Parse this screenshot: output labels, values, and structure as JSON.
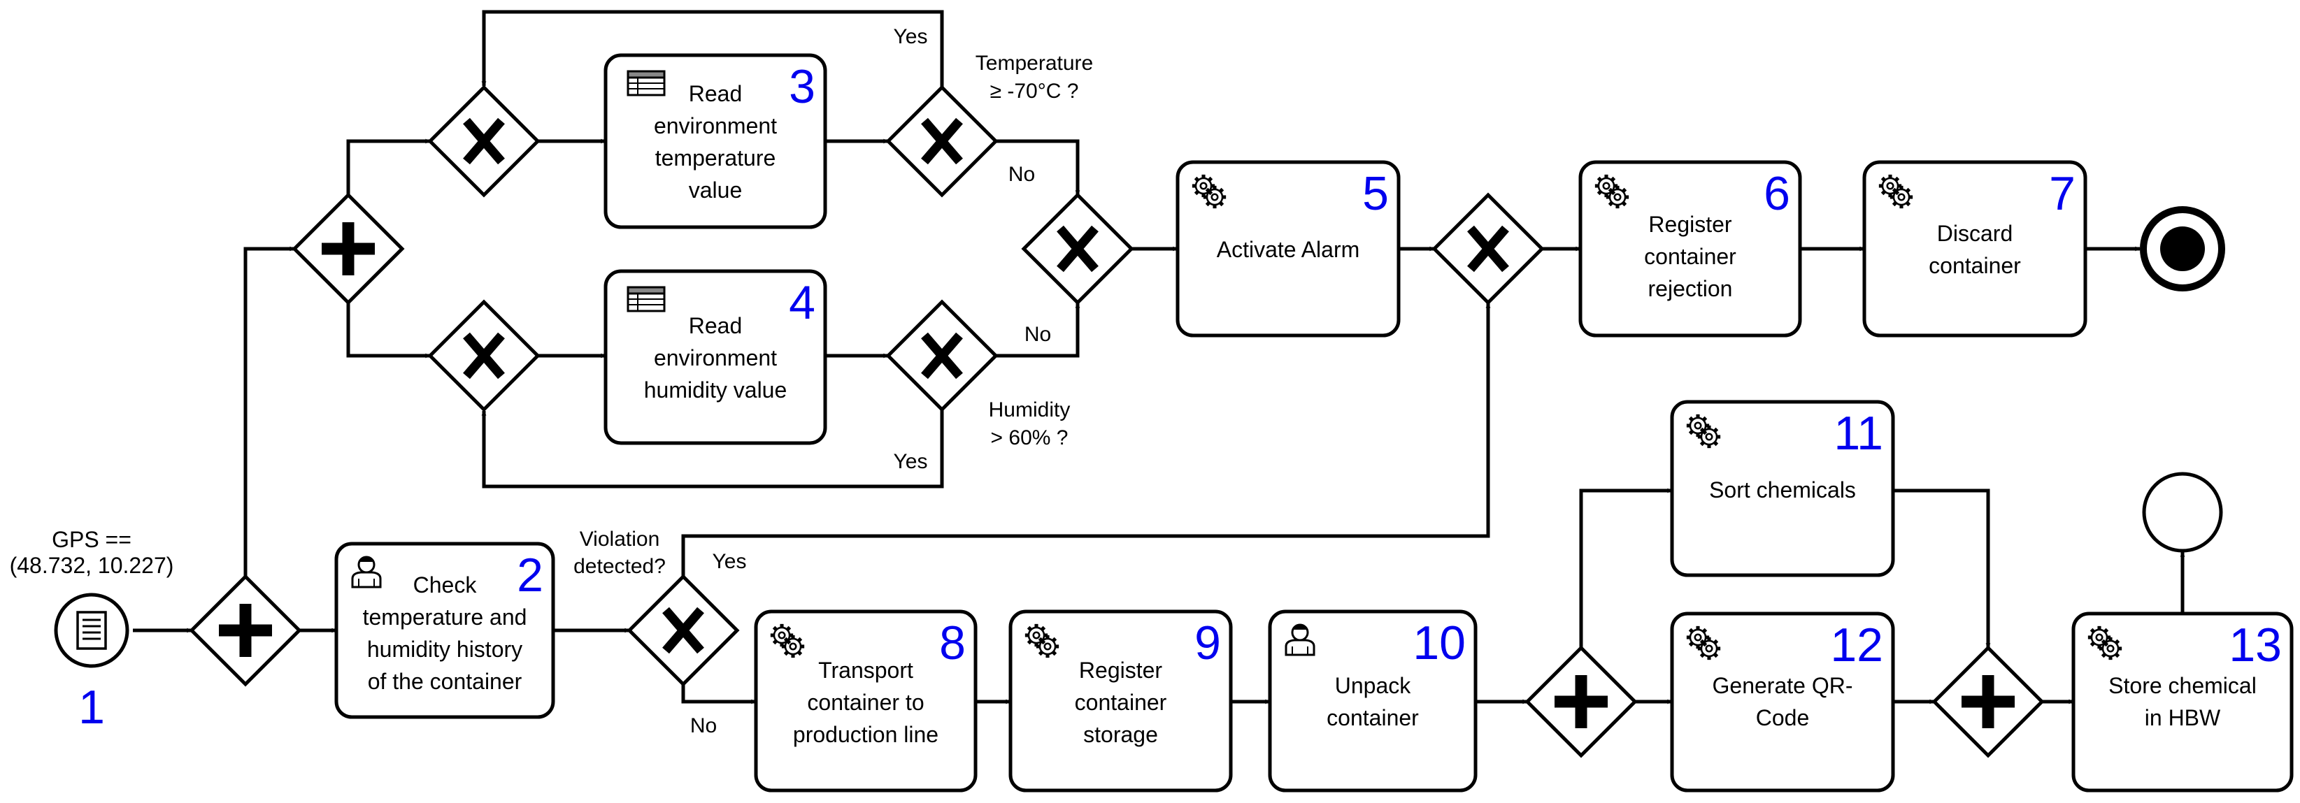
{
  "tasks": [
    {
      "id": "t2",
      "number": "2",
      "type": "user",
      "lines": [
        "Check",
        "temperature and",
        "humidity history",
        "of the container"
      ]
    },
    {
      "id": "t3",
      "number": "3",
      "type": "business-rule",
      "lines": [
        "Read",
        "environment",
        "temperature",
        "value"
      ]
    },
    {
      "id": "t4",
      "number": "4",
      "type": "business-rule",
      "lines": [
        "Read",
        "environment",
        "humidity value"
      ]
    },
    {
      "id": "t5",
      "number": "5",
      "type": "service",
      "lines": [
        "Activate Alarm"
      ]
    },
    {
      "id": "t6",
      "number": "6",
      "type": "service",
      "lines": [
        "Register",
        "container",
        "rejection"
      ]
    },
    {
      "id": "t7",
      "number": "7",
      "type": "service",
      "lines": [
        "Discard",
        "container"
      ]
    },
    {
      "id": "t8",
      "number": "8",
      "type": "service",
      "lines": [
        "Transport",
        "container to",
        "production line"
      ]
    },
    {
      "id": "t9",
      "number": "9",
      "type": "service",
      "lines": [
        "Register",
        "container",
        "storage"
      ]
    },
    {
      "id": "t10",
      "number": "10",
      "type": "user",
      "lines": [
        "Unpack",
        "container"
      ]
    },
    {
      "id": "t11",
      "number": "11",
      "type": "service",
      "lines": [
        "Sort chemicals"
      ]
    },
    {
      "id": "t12",
      "number": "12",
      "type": "service",
      "lines": [
        "Generate QR-",
        "Code"
      ]
    },
    {
      "id": "t13",
      "number": "13",
      "type": "service",
      "lines": [
        "Store chemical",
        "in HBW"
      ]
    }
  ],
  "events": {
    "start": {
      "number": "1",
      "label_lines": [
        "GPS ==",
        "(48.732, 10.227)"
      ],
      "icon": "message-icon"
    },
    "end_terminate": {
      "icon": "terminate-end-event"
    },
    "end_none": {
      "icon": "none-end-event"
    }
  },
  "gateways": [
    {
      "id": "g_start_par",
      "kind": "parallel"
    },
    {
      "id": "g_split_par",
      "kind": "parallel"
    },
    {
      "id": "g_temp_merge",
      "kind": "exclusive"
    },
    {
      "id": "g_temp_check",
      "kind": "exclusive"
    },
    {
      "id": "g_hum_merge",
      "kind": "exclusive"
    },
    {
      "id": "g_hum_check",
      "kind": "exclusive"
    },
    {
      "id": "g_alarm_merge",
      "kind": "exclusive"
    },
    {
      "id": "g_reject_merge",
      "kind": "exclusive"
    },
    {
      "id": "g_violation",
      "kind": "exclusive"
    },
    {
      "id": "g_fork_par",
      "kind": "parallel"
    },
    {
      "id": "g_join_par",
      "kind": "parallel"
    }
  ],
  "conditions": {
    "temp_question": [
      "Temperature",
      "≥ -70°C ?"
    ],
    "hum_question": [
      "Humidity",
      "> 60% ?"
    ],
    "violation_question": [
      "Violation",
      "detected?"
    ],
    "yes": "Yes",
    "no": "No"
  },
  "colors": {
    "numbers": "#0000ee",
    "lines": "#000000"
  }
}
